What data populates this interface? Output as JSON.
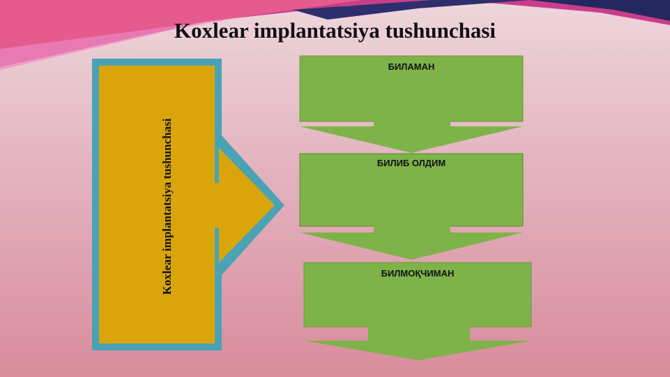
{
  "slide": {
    "title": "Koxlear implantatsiya tushunchasi",
    "side_label": "Koxlear implantatsiya tushunchasi",
    "steps": [
      {
        "label": "БИЛАМАН"
      },
      {
        "label": "БИЛИБ ОЛДИМ"
      },
      {
        "label": "БИЛМОҚЧИМАН"
      }
    ]
  },
  "colors": {
    "background_top": "#eed6dc",
    "background_bottom": "#d98c9c",
    "ribbon": "#d6337a",
    "side_box_fill": "#daa50a",
    "side_box_border": "#4aa3b4",
    "step_fill": "#7db349",
    "step_border": "#5e8a34"
  }
}
